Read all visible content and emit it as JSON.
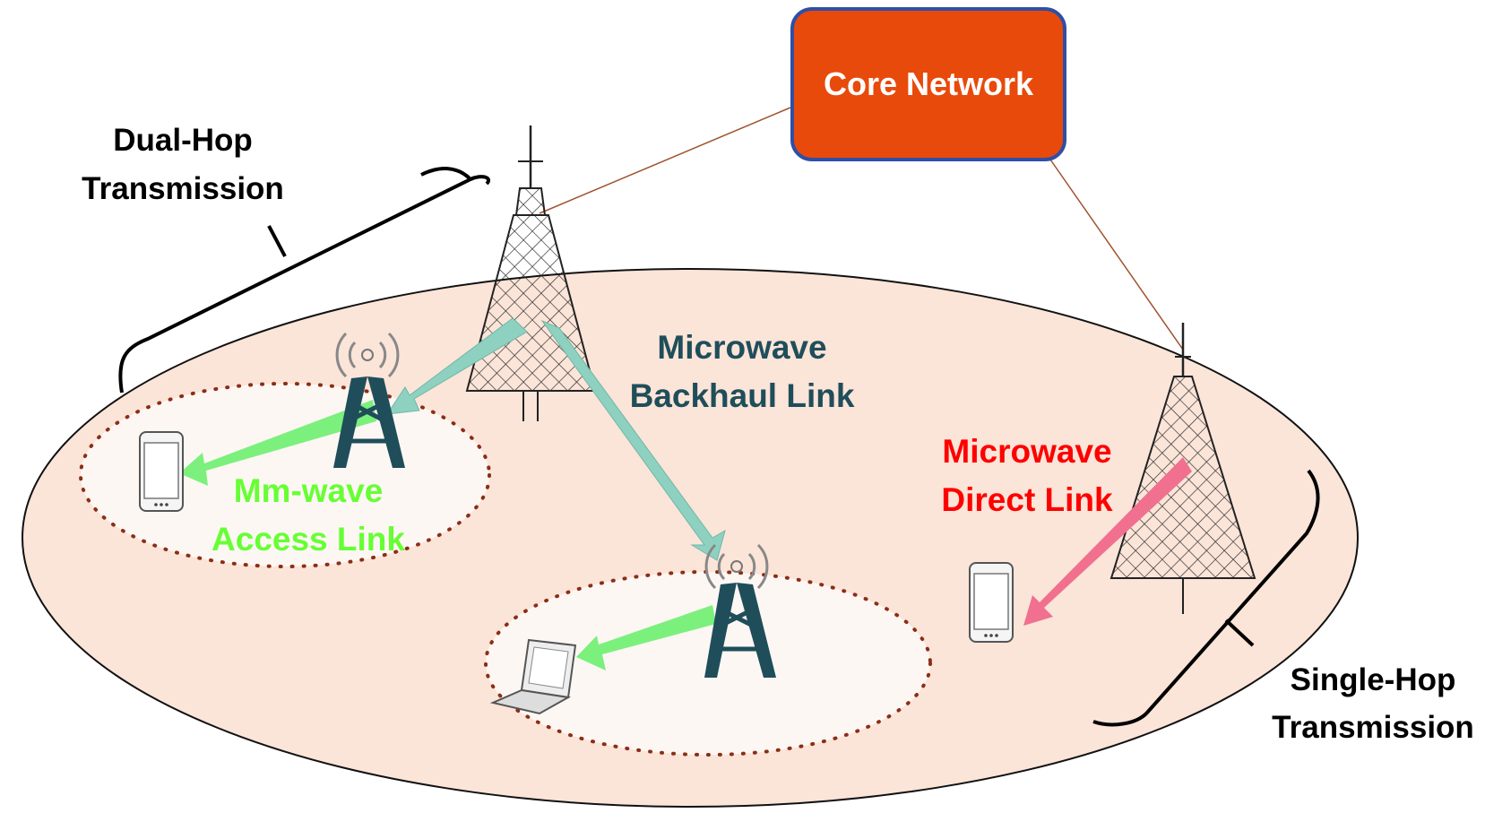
{
  "labels": {
    "core_network": "Core Network",
    "dual_hop_line1": "Dual-Hop",
    "dual_hop_line2": "Transmission",
    "single_hop_line1": "Single-Hop",
    "single_hop_line2": "Transmission",
    "backhaul_line1": "Microwave",
    "backhaul_line2": "Backhaul Link",
    "direct_line1": "Microwave",
    "direct_line2": "Direct Link",
    "access_line1": "Mm-wave",
    "access_line2": "Access Link"
  },
  "colors": {
    "core_fill": "#e84a0c",
    "core_border": "#2f4fa6",
    "coverage_fill": "#fbe4d8",
    "small_cell_fill": "#fdf7f4",
    "dotted_border": "#8b2e16",
    "backhaul_arrow": "#8fd1c0",
    "access_arrow": "#7cf07c",
    "direct_arrow": "#f1708f",
    "small_tower": "#1f4e5a",
    "backhaul_text": "#1f4e5a",
    "access_text": "#66ff33",
    "direct_text": "#ff0000",
    "link_line": "#a0522d"
  }
}
